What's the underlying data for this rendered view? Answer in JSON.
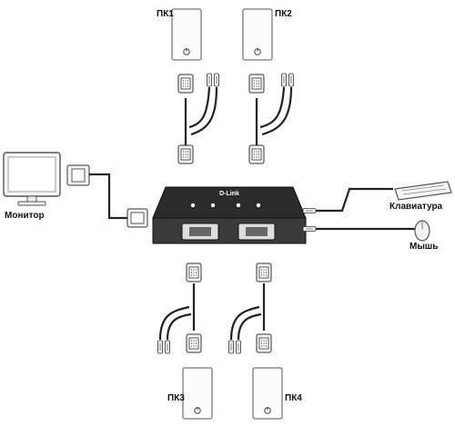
{
  "brand": "D-Link",
  "labels": {
    "pc1": "ПК1",
    "pc2": "ПК2",
    "pc3": "ПК3",
    "pc4": "ПК4",
    "monitor": "Монитор",
    "keyboard": "Клавиатура",
    "mouse": "Мышь"
  },
  "colors": {
    "line": "#222222",
    "device": "#2b2b2b",
    "outline": "#555555",
    "light_fill": "#f4f4f4"
  }
}
